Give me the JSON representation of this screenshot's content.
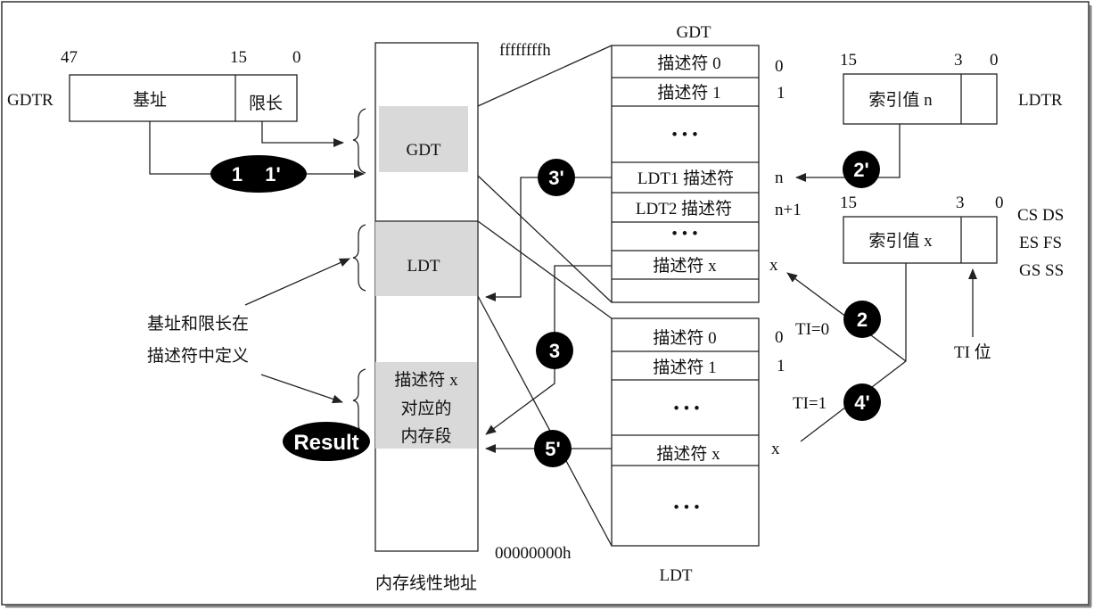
{
  "memory": {
    "title": "内存线性地址",
    "top_addr": "ffffffffh",
    "bottom_addr": "00000000h",
    "seg_gdt": "GDT",
    "seg_ldt": "LDT",
    "seg_result_lines": [
      "描述符 x",
      "对应的",
      "内存段"
    ]
  },
  "gdtr": {
    "name": "GDTR",
    "bit_47": "47",
    "bit_15": "15",
    "bit_0": "0",
    "base_field": "基址",
    "limit_field": "限长"
  },
  "gdt_table": {
    "title": "GDT",
    "rows": [
      "描述符 0",
      "描述符 1",
      "• • •",
      "LDT1 描述符",
      "LDT2 描述符",
      "• • •",
      "描述符 x",
      ""
    ],
    "index_labels": [
      "0",
      "1",
      "n",
      "n+1",
      "x"
    ]
  },
  "ldt_table": {
    "title": "LDT",
    "rows": [
      "描述符 0",
      "描述符 1",
      "• • •",
      "描述符 x",
      "• • •"
    ],
    "index_labels": [
      "0",
      "1",
      "x"
    ]
  },
  "ldtr": {
    "name": "LDTR",
    "bit_15": "15",
    "bit_3": "3",
    "bit_0": "0",
    "index_field": "索引值 n"
  },
  "selector": {
    "regs": [
      "CS DS",
      "ES FS",
      "GS SS"
    ],
    "bit_15": "15",
    "bit_3": "3",
    "bit_0": "0",
    "index_field": "索引值 x",
    "ti_label": "TI 位"
  },
  "annotations": {
    "base_limit_line1": "基址和限长在",
    "base_limit_line2": "描述符中定义",
    "ti0": "TI=0",
    "ti1": "TI=1"
  },
  "badges": {
    "step1": "1",
    "step1p": "1'",
    "step2": "2",
    "step2p": "2'",
    "step3": "3",
    "step3p": "3'",
    "step4p": "4'",
    "step5p": "5'",
    "result": "Result"
  }
}
